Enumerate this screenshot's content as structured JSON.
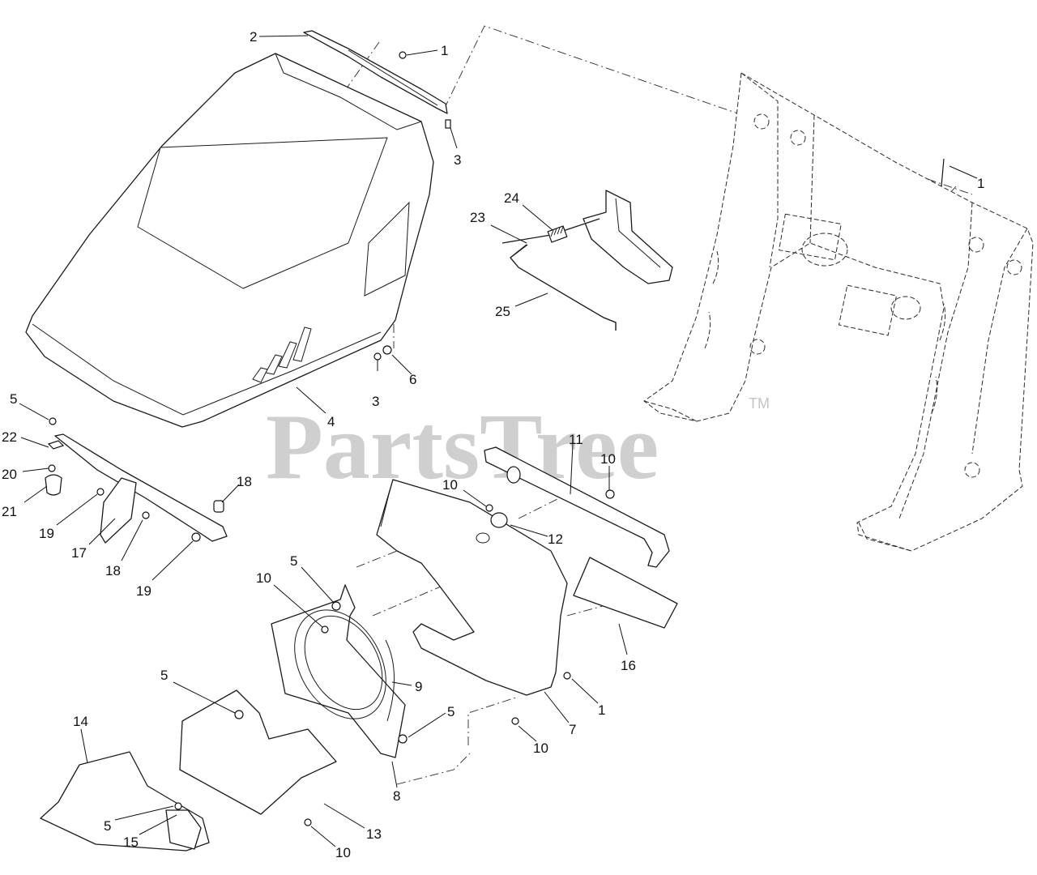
{
  "watermark": {
    "text": "PartsTree",
    "tm": "TM"
  },
  "callouts": {
    "c01": "1",
    "c02": "2",
    "c03": "3",
    "c04": "1",
    "c05": "24",
    "c06": "23",
    "c07": "25",
    "c08": "3",
    "c09": "6",
    "c10": "4",
    "c11": "5",
    "c12": "22",
    "c13": "20",
    "c14": "21",
    "c15": "19",
    "c16": "17",
    "c17": "18",
    "c18": "18",
    "c19": "19",
    "c20": "11",
    "c21": "10",
    "c22": "10",
    "c23": "12",
    "c24": "5",
    "c25": "10",
    "c26": "16",
    "c27": "9",
    "c28": "5",
    "c29": "1",
    "c30": "7",
    "c31": "5",
    "c32": "10",
    "c33": "8",
    "c34": "14",
    "c35": "5",
    "c36": "15",
    "c37": "13",
    "c38": "10"
  }
}
